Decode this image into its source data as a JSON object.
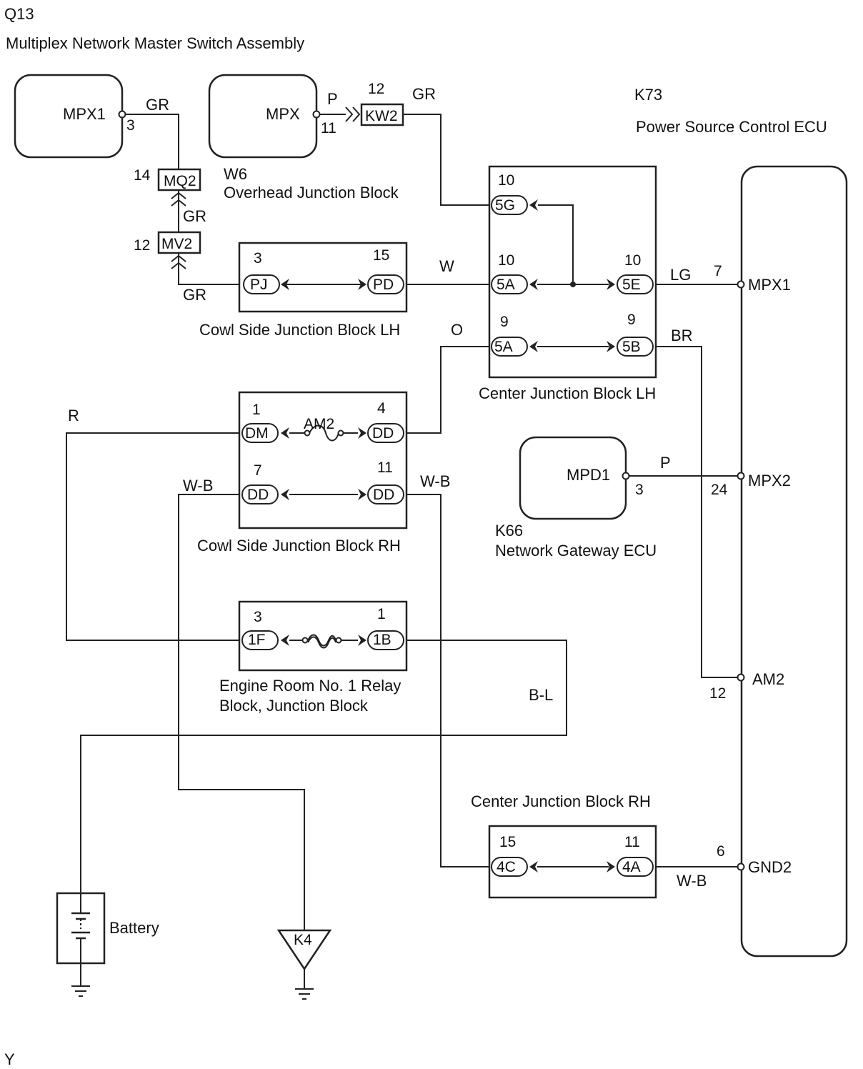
{
  "page": {
    "corner_top": "Q13",
    "corner_bottom": "Y"
  },
  "components": {
    "master_switch": {
      "title": "Multiplex Network Master Switch Assembly",
      "pin_mpx1": "MPX1",
      "pin_mpx1_no": "3",
      "pin_mpx": "MPX",
      "pin_mpx_no": "11"
    },
    "power_ecu": {
      "code": "K73",
      "title": "Power Source Control ECU",
      "pins": [
        "MPX1",
        "MPX2",
        "AM2",
        "GND2"
      ],
      "pin_nos": [
        "7",
        "24",
        "12",
        "6"
      ]
    },
    "gateway_ecu": {
      "code": "K66",
      "title": "Network Gateway ECU",
      "pin": "MPD1",
      "pin_no": "3"
    },
    "overhead_jb": {
      "code": "W6",
      "title": "Overhead Junction Block"
    },
    "cowl_lh": {
      "title": "Cowl Side Junction Block LH",
      "left_no": "3",
      "left": "PJ",
      "right_no": "15",
      "right": "PD"
    },
    "center_lh": {
      "title": "Center Junction Block LH",
      "top_no": "10",
      "top": "5G",
      "row1_left_no": "10",
      "row1_left": "5A",
      "row1_right_no": "10",
      "row1_right": "5E",
      "row2_left_no": "9",
      "row2_left": "5A",
      "row2_right_no": "9",
      "row2_right": "5B"
    },
    "cowl_rh": {
      "title": "Cowl Side Junction Block RH",
      "r1_left_no": "1",
      "r1_left": "DM",
      "fuse": "AM2",
      "r1_right_no": "4",
      "r1_right": "DD",
      "r2_left_no": "7",
      "r2_left": "DD",
      "r2_right_no": "11",
      "r2_right": "DD"
    },
    "engine_room": {
      "title_line1": "Engine Room No. 1 Relay",
      "title_line2": "Block, Junction Block",
      "left_no": "3",
      "left": "1F",
      "right_no": "1",
      "right": "1B"
    },
    "center_rh": {
      "title": "Center Junction Block RH",
      "left_no": "15",
      "left": "4C",
      "right_no": "11",
      "right": "4A"
    },
    "battery": {
      "label": "Battery"
    },
    "ground_point": {
      "label": "K4"
    }
  },
  "connectors": {
    "mq2": {
      "label": "MQ2",
      "pin": "14"
    },
    "mv2": {
      "label": "MV2",
      "pin": "12"
    },
    "kw2": {
      "label": "KW2",
      "pin": "12"
    }
  },
  "wire_colors": {
    "gr_top": "GR",
    "gr_mid": "GR",
    "gr_bottom": "GR",
    "p_top": "P",
    "gr_kw2": "GR",
    "w": "W",
    "lg": "LG",
    "o": "O",
    "br": "BR",
    "p_mpd": "P",
    "r": "R",
    "wb_left": "W-B",
    "wb_right": "W-B",
    "bl": "B-L",
    "wb_bottom": "W-B"
  }
}
